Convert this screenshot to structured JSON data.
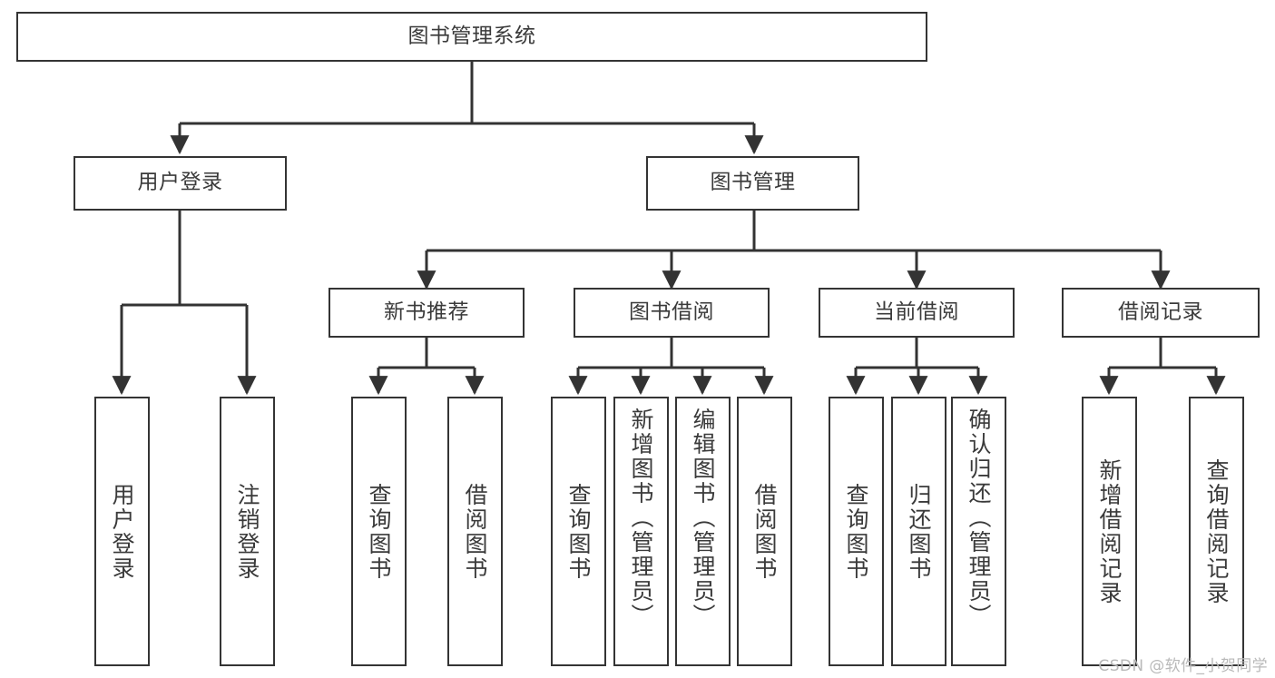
{
  "diagram": {
    "title": "图书管理系统",
    "type": "tree",
    "watermark": "CSDN @软件_小贺同学",
    "colors": {
      "box_border": "#343434",
      "box_fill": "#ffffff",
      "edge": "#333333",
      "text": "#3a3a3a",
      "watermark": "#b9b9b9",
      "background": "#ffffff"
    },
    "root": {
      "label": "图书管理系统"
    },
    "level2": [
      {
        "label": "用户登录"
      },
      {
        "label": "图书管理"
      }
    ],
    "level3": [
      {
        "label": "新书推荐"
      },
      {
        "label": "图书借阅"
      },
      {
        "label": "当前借阅"
      },
      {
        "label": "借阅记录"
      }
    ],
    "leaves": {
      "user_login": [
        {
          "label": "用户登录"
        },
        {
          "label": "注销登录"
        }
      ],
      "new_book": [
        {
          "label": "查询图书"
        },
        {
          "label": "借阅图书"
        }
      ],
      "book_borrow": [
        {
          "label": "查询图书"
        },
        {
          "label": "新增图书（管理员）"
        },
        {
          "label": "编辑图书（管理员）"
        },
        {
          "label": "借阅图书"
        }
      ],
      "current_borrow": [
        {
          "label": "查询图书"
        },
        {
          "label": "归还图书"
        },
        {
          "label": "确认归还（管理员）"
        }
      ],
      "borrow_record": [
        {
          "label": "新增借阅记录"
        },
        {
          "label": "查询借阅记录"
        }
      ]
    }
  }
}
